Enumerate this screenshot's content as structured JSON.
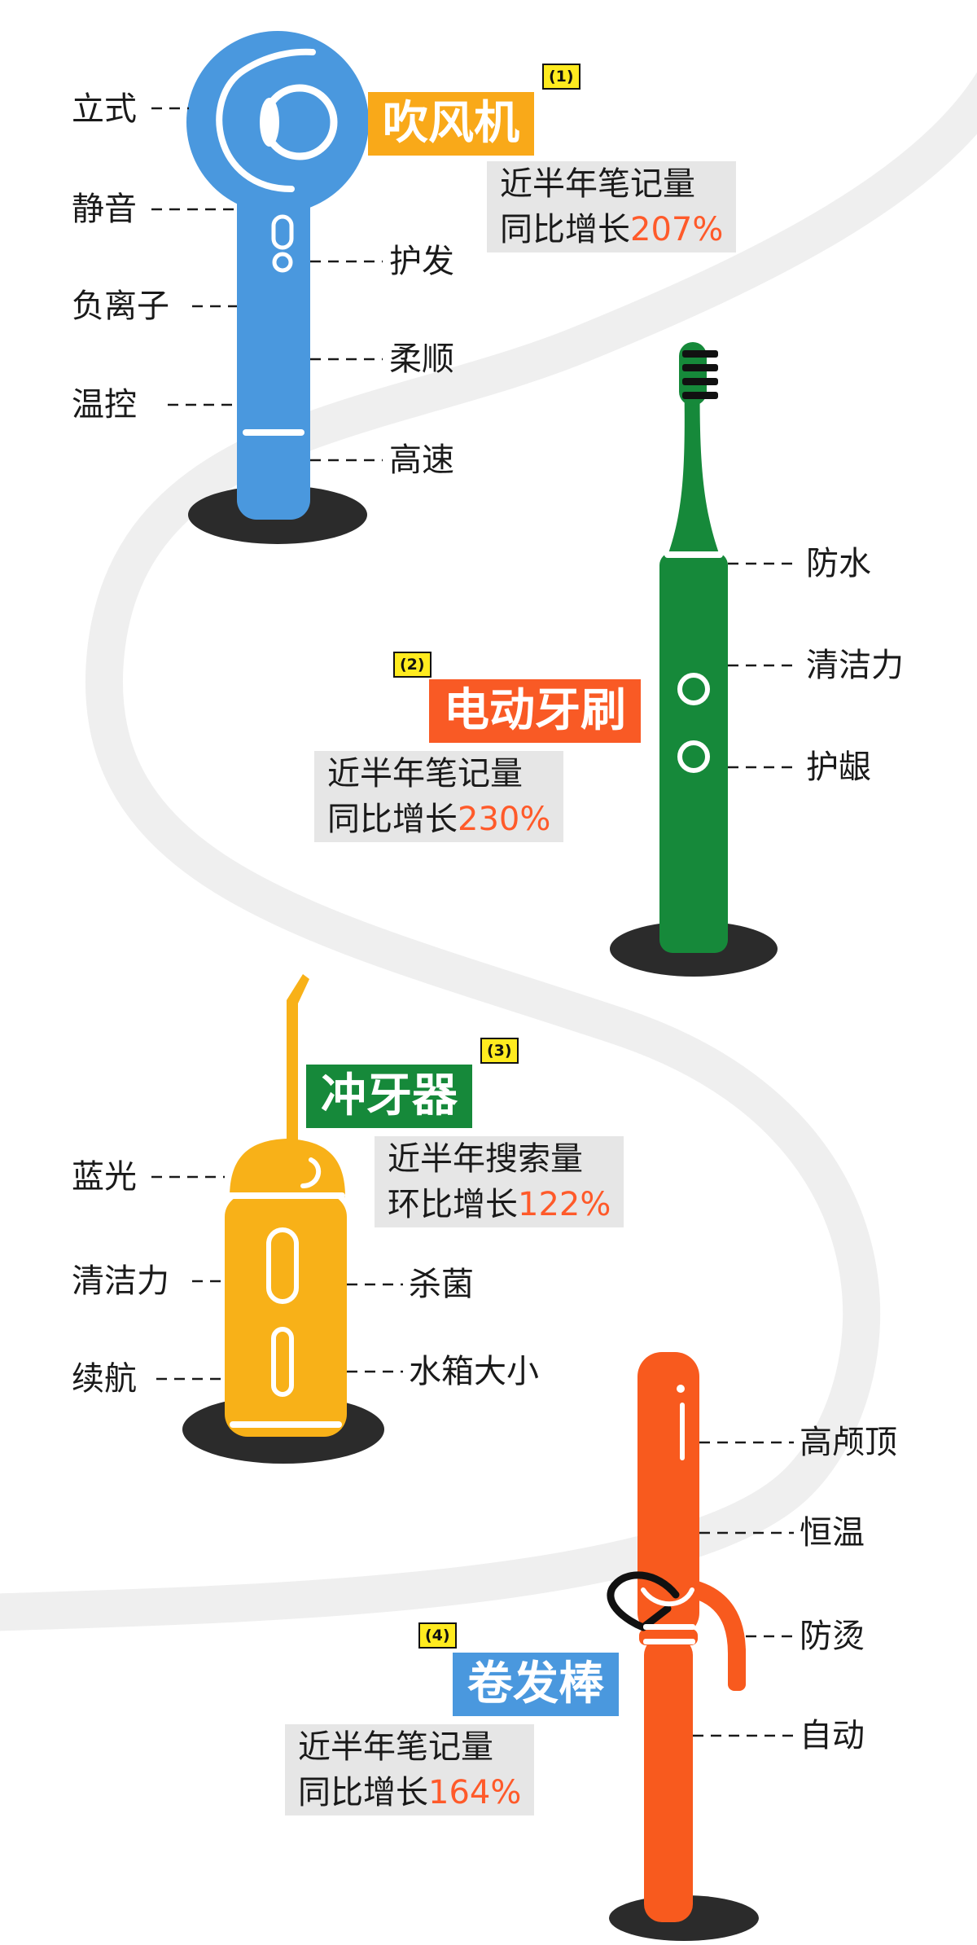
{
  "colors": {
    "hair_dryer": "#4a98de",
    "toothbrush": "#16893a",
    "water_flosser": "#f8b118",
    "curling_iron": "#f85a1e",
    "base_shadow": "#2b2b2b",
    "path_gray": "#efefef",
    "highlight_pct": "#ff5a2a",
    "tag_yellow": "#ffeb1f"
  },
  "products": [
    {
      "tag": "(1)",
      "title": "吹风机",
      "title_color": "#f9a919",
      "stat_line1": "近半年笔记量",
      "stat_prefix": "同比增长",
      "stat_pct": "207%",
      "features_left": [
        "立式",
        "静音",
        "负离子",
        "温控"
      ],
      "features_right": [
        "护发",
        "柔顺",
        "高速"
      ]
    },
    {
      "tag": "(2)",
      "title": "电动牙刷",
      "title_color": "#f95a25",
      "stat_line1": "近半年笔记量",
      "stat_prefix": "同比增长",
      "stat_pct": "230%",
      "features_right": [
        "防水",
        "清洁力",
        "护龈"
      ]
    },
    {
      "tag": "(3)",
      "title": "冲牙器",
      "title_color": "#16893a",
      "stat_line1": "近半年搜索量",
      "stat_prefix": "环比增长",
      "stat_pct": "122%",
      "features_left": [
        "蓝光",
        "清洁力",
        "续航"
      ],
      "features_right": [
        "杀菌",
        "水箱大小"
      ]
    },
    {
      "tag": "(4)",
      "title": "卷发棒",
      "title_color": "#4a98de",
      "stat_line1": "近半年笔记量",
      "stat_prefix": "同比增长",
      "stat_pct": "164%",
      "features_right": [
        "高颅顶",
        "恒温",
        "防烫",
        "自动"
      ]
    }
  ]
}
